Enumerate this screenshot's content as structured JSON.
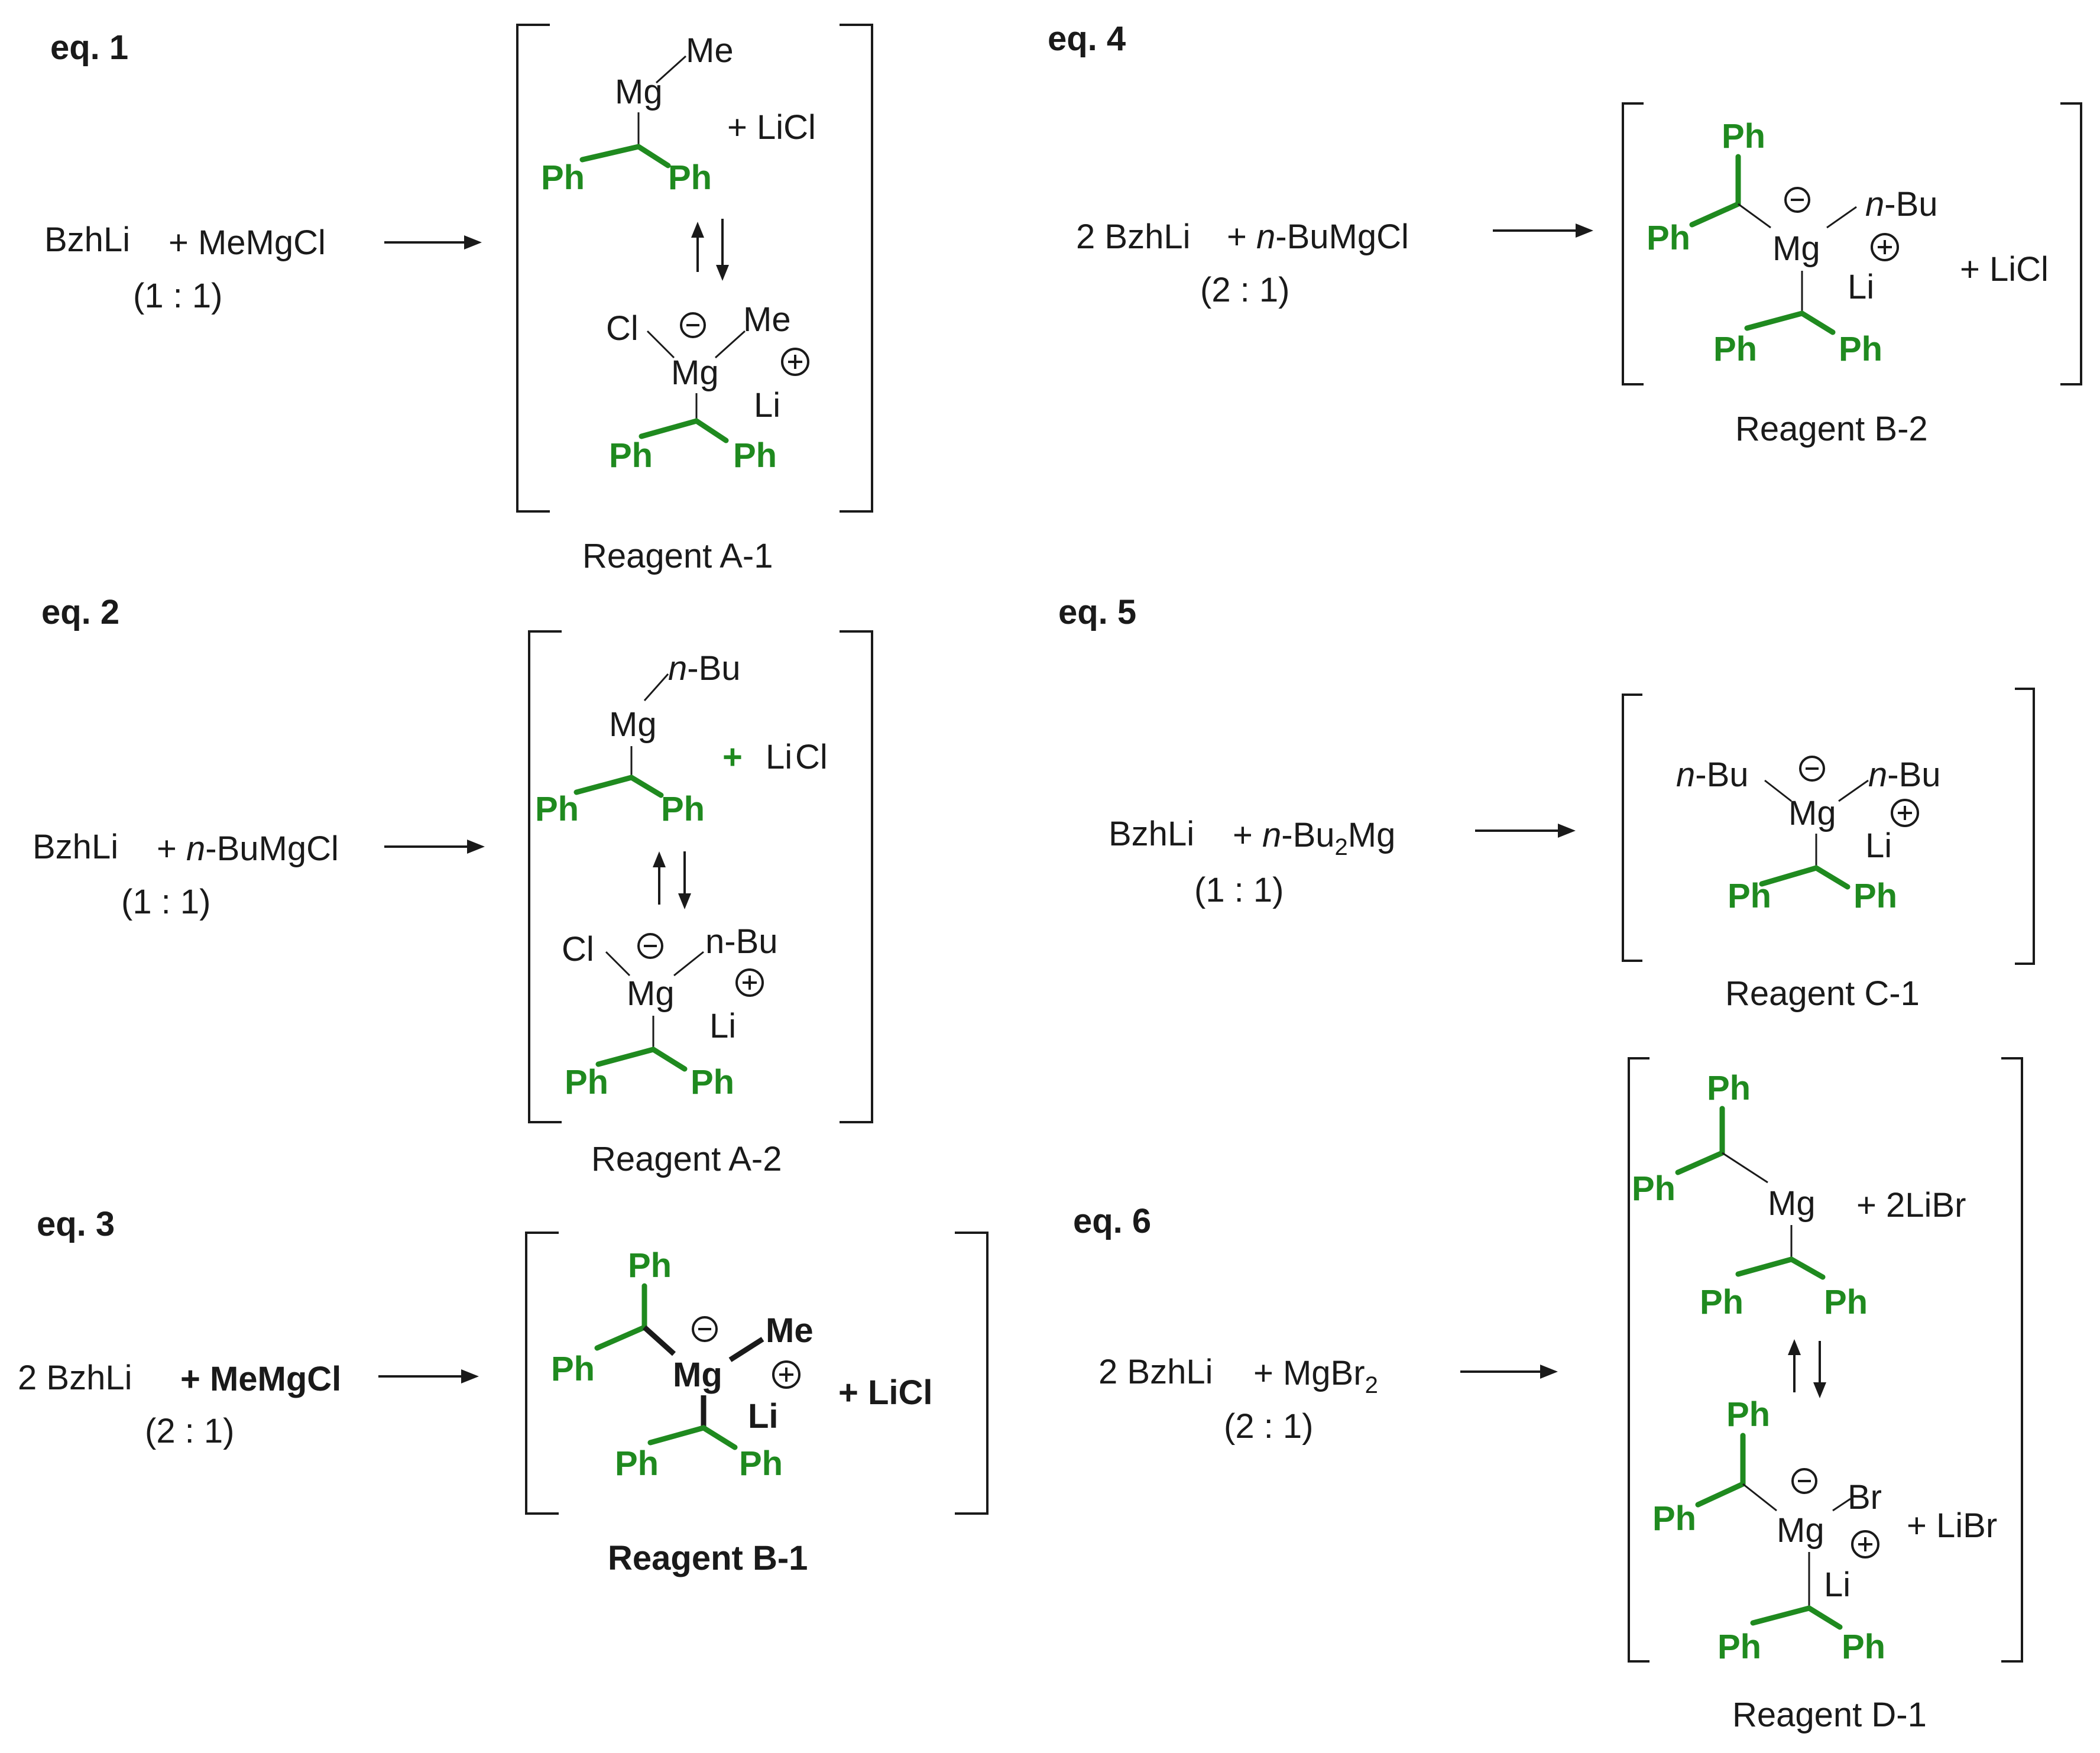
{
  "eq_labels": {
    "eq1": "eq. 1",
    "eq2": "eq. 2",
    "eq3": "eq. 3",
    "eq4": "eq. 4",
    "eq5": "eq. 5",
    "eq6": "eq. 6"
  },
  "common": {
    "bzh": "Bzh",
    "li": "Li",
    "ph": "Ph",
    "mg": "Mg",
    "me": "Me",
    "cl": "Cl",
    "br": "Br",
    "nbu_n": "n",
    "nbu_rest": "-Bu",
    "plain_nbu": "n-Bu",
    "two": "2",
    "sub2": "2",
    "ratio_11": "(1 : 1)",
    "ratio_21": "(2 : 1)",
    "plus_licl": "+  LiCl",
    "plus_licl2": "+ LiCl",
    "plus_2libr": "+ 2LiBr",
    "plus_libr": "+ LiBr",
    "plus": "+"
  },
  "reactions": {
    "eq1": {
      "reagent": "+ MeMgCl",
      "ratio": "(1 : 1)",
      "product": "Reagent A-1"
    },
    "eq2": {
      "reagent_plus": "+ ",
      "reagent_n": "n",
      "reagent_rest": "-BuMgCl",
      "ratio": "(1 : 1)",
      "product": "Reagent A-2"
    },
    "eq3": {
      "coef": "2",
      "reagent": "+ MeMgCl",
      "ratio": "(2 : 1)",
      "product": "Reagent B-1"
    },
    "eq4": {
      "coef": "2",
      "reagent_plus": "+ ",
      "reagent_n": "n",
      "reagent_rest": "-BuMgCl",
      "ratio": "(2 : 1)",
      "product": "Reagent B-2"
    },
    "eq5": {
      "reagent_plus": "+ ",
      "reagent_n": "n",
      "reagent_rest": "-Bu",
      "reagent_sub": "2",
      "reagent_end": "Mg",
      "ratio": "(1 : 1)",
      "product": "Reagent C-1"
    },
    "eq6": {
      "coef": "2",
      "reagent": "+ MgBr",
      "reagent_sub": "2",
      "ratio": "(2 : 1)",
      "product": "Reagent D-1"
    }
  },
  "colors": {
    "highlight": "#1f8a1f",
    "ink": "#1a1a1a"
  }
}
